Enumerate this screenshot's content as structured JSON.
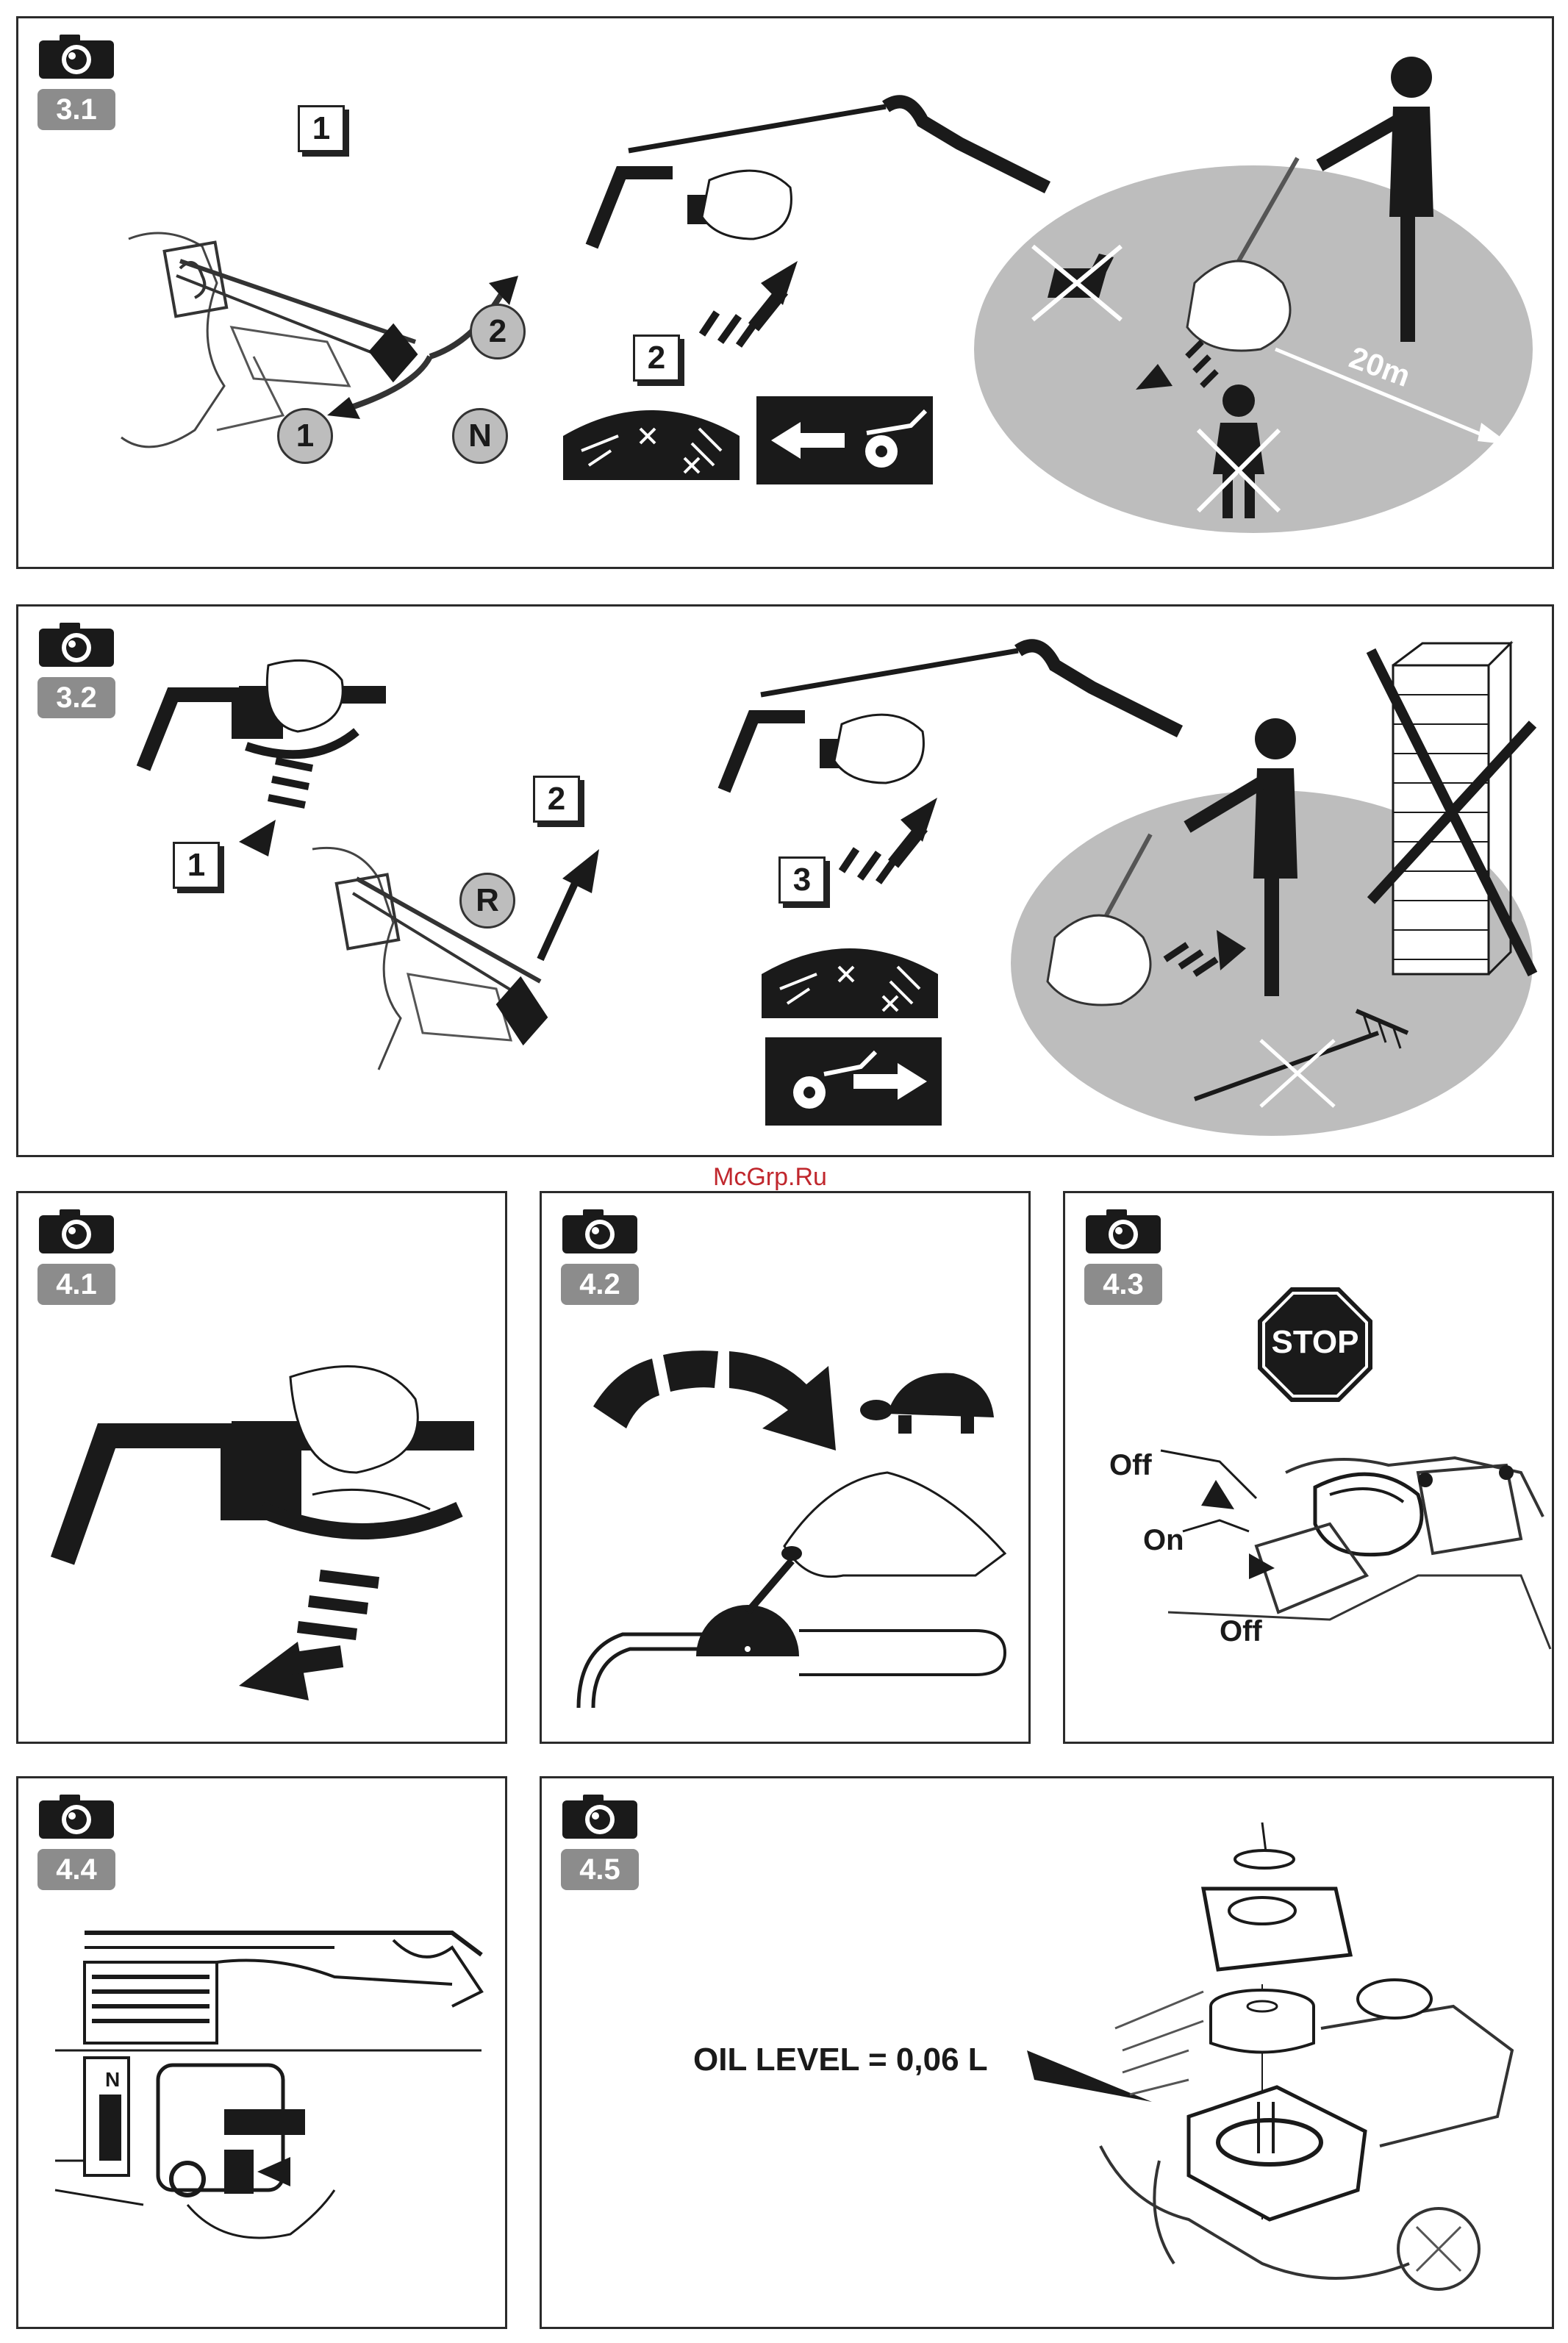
{
  "watermark": "McGrp.Ru",
  "panels": {
    "p31": {
      "badge": "3.1",
      "steps": [
        "1",
        "2"
      ],
      "gear_positions": [
        "2",
        "1",
        "N"
      ],
      "distance": "20m"
    },
    "p32": {
      "badge": "3.2",
      "steps": [
        "1",
        "2",
        "3"
      ],
      "gear_position": "R"
    },
    "p41": {
      "badge": "4.1"
    },
    "p42": {
      "badge": "4.2"
    },
    "p43": {
      "badge": "4.3",
      "stop_sign": "STOP",
      "labels": [
        "Off",
        "On",
        "Off"
      ]
    },
    "p44": {
      "badge": "4.4",
      "selector_letter": "N"
    },
    "p45": {
      "badge": "4.5",
      "oil_level": "OIL LEVEL = 0,06 L"
    }
  },
  "colors": {
    "badge": "#8c8c8c",
    "zone": "#bdbdbd",
    "ink": "#1a1a1a",
    "watermark": "#c0272d"
  }
}
